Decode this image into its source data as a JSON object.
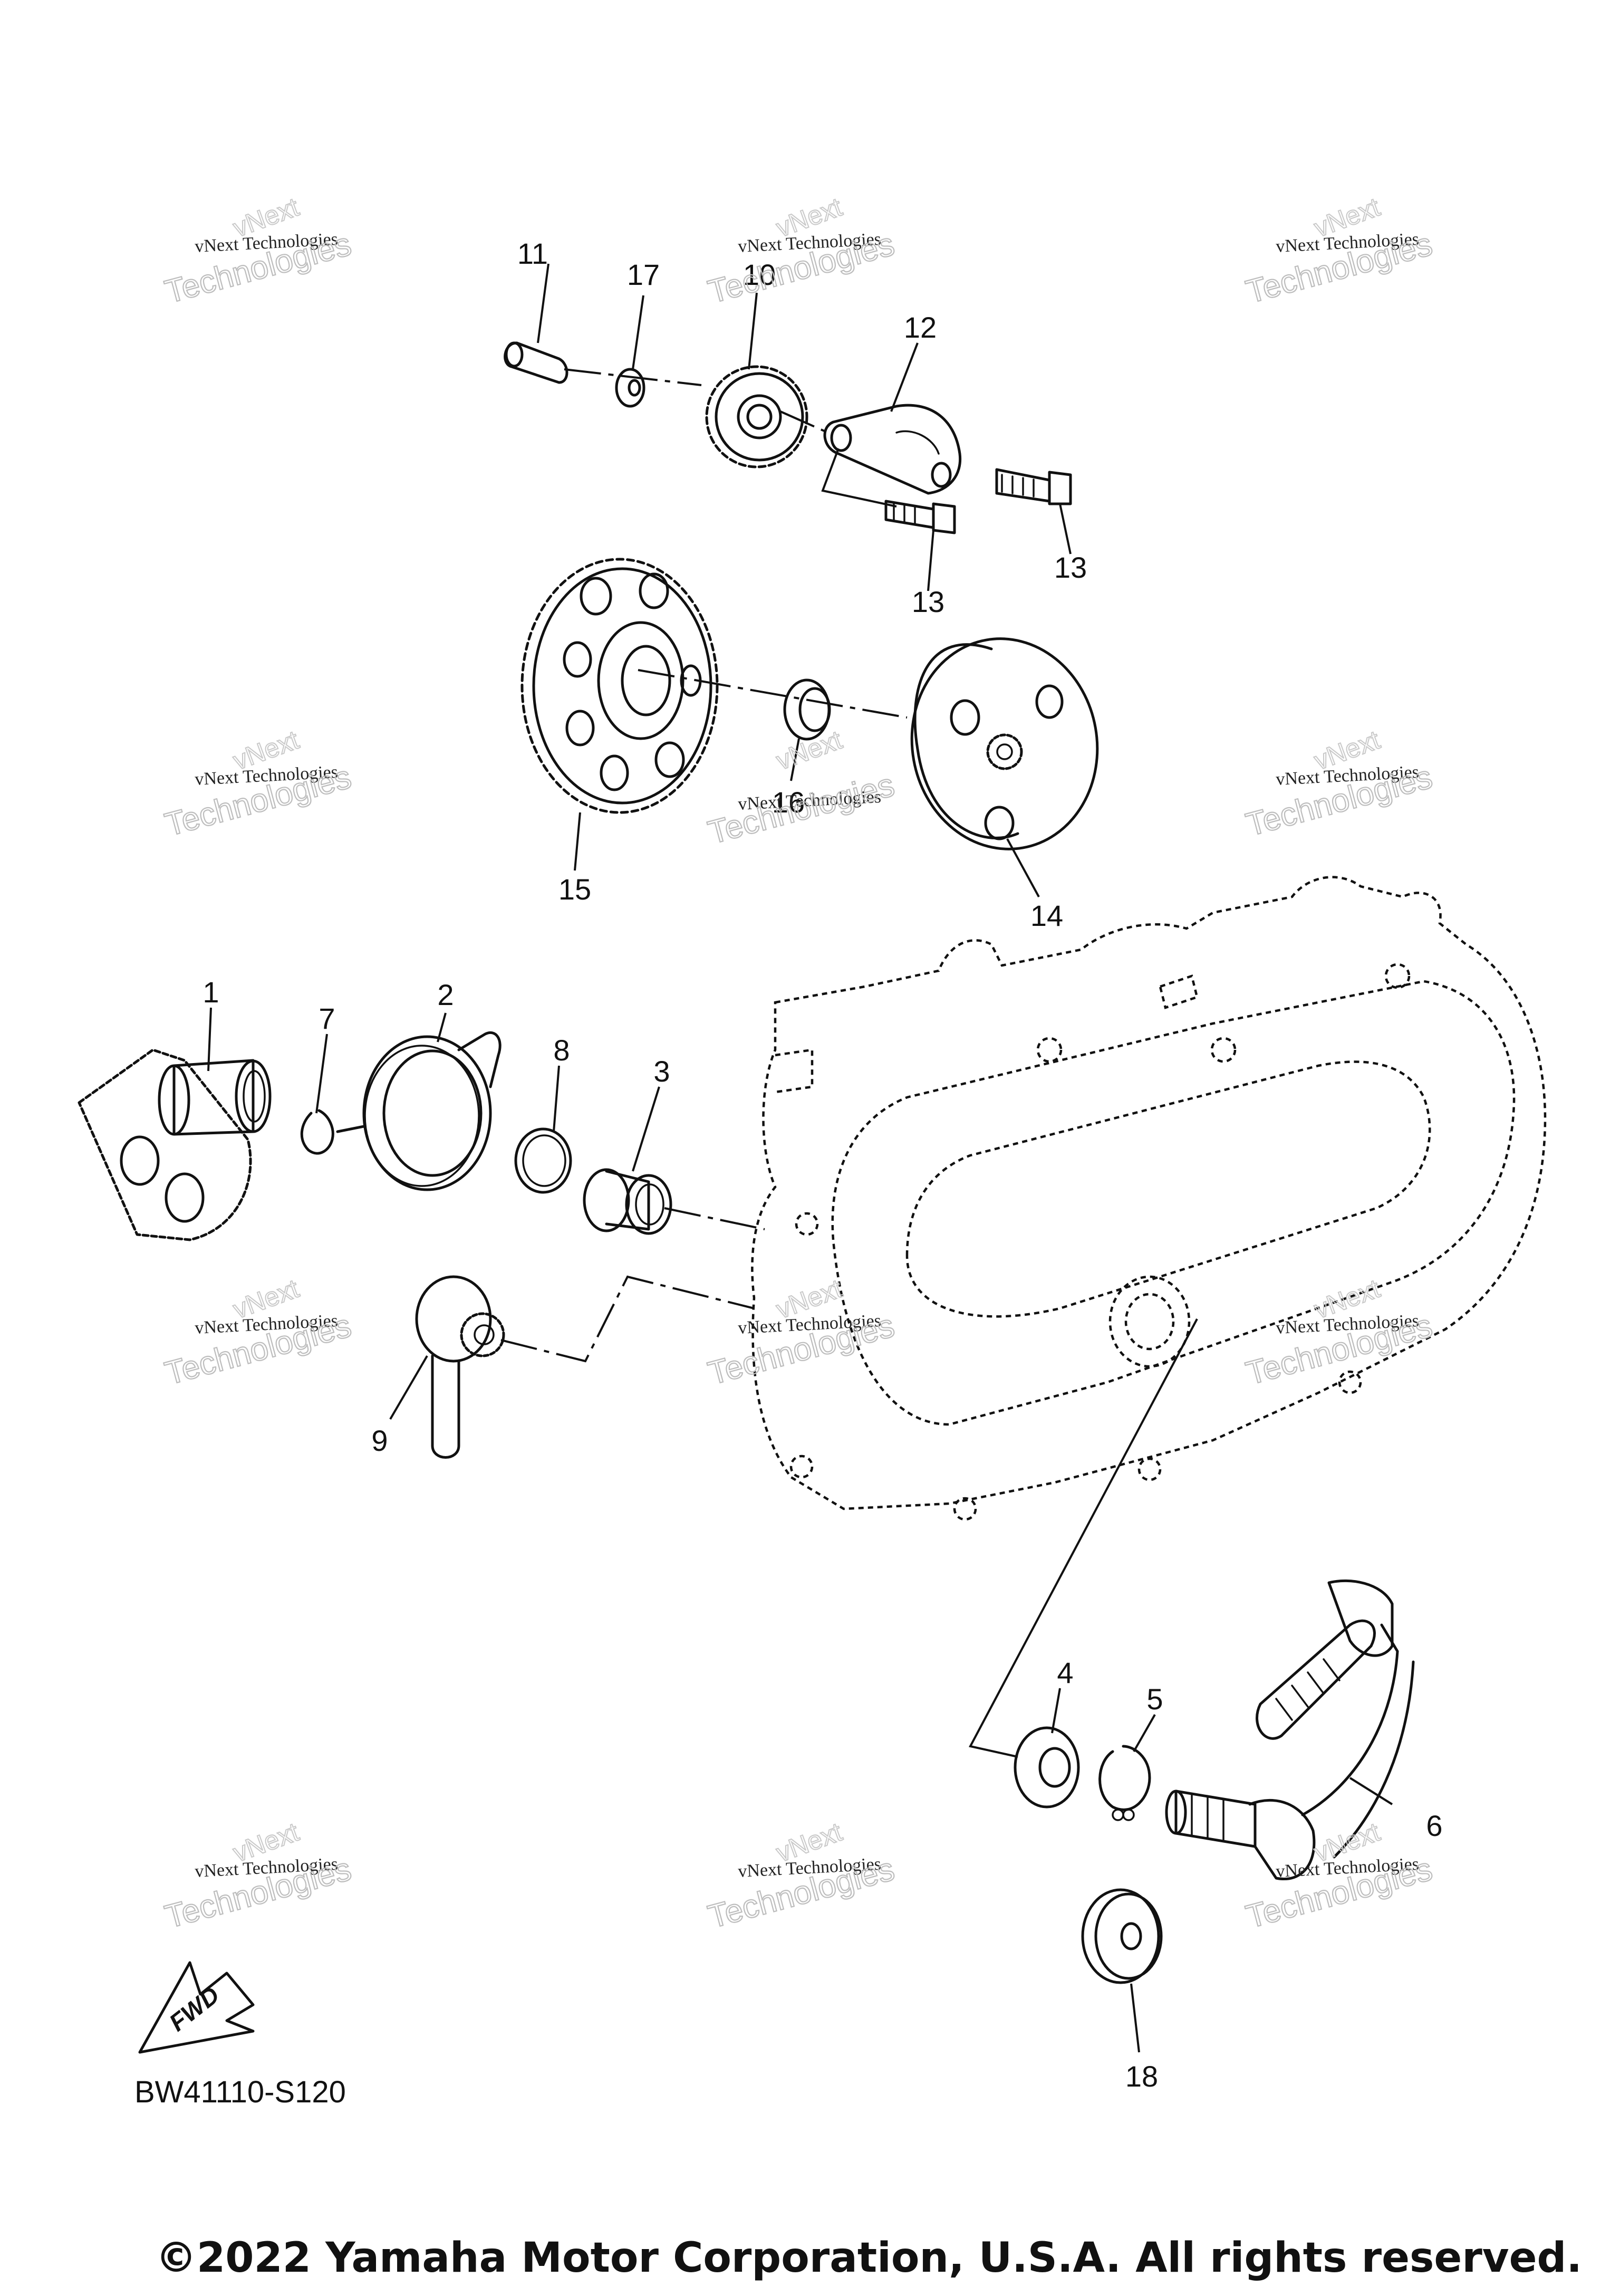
{
  "diagram_code": "BW41110-S120",
  "fwd_label": "FWD",
  "copyright": "©2022 Yamaha Motor Corporation, U.S.A. All rights reserved.",
  "watermark": {
    "line1": "vNext Technologies",
    "line2": "Technologies",
    "line3": "vNext"
  },
  "part_numbers": {
    "p1": "1",
    "p2": "2",
    "p3": "3",
    "p4": "4",
    "p5": "5",
    "p6": "6",
    "p7": "7",
    "p8": "8",
    "p9": "9",
    "p10": "10",
    "p11": "11",
    "p12": "12",
    "p13a": "13",
    "p13b": "13",
    "p14": "14",
    "p15": "15",
    "p16": "16",
    "p17": "17",
    "p18": "18"
  }
}
